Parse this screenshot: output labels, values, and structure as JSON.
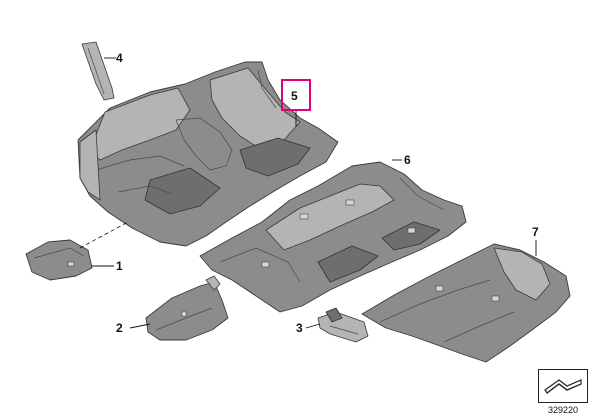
{
  "diagram": {
    "callouts": [
      {
        "id": "1",
        "label": "1"
      },
      {
        "id": "2",
        "label": "2"
      },
      {
        "id": "3",
        "label": "3"
      },
      {
        "id": "4",
        "label": "4"
      },
      {
        "id": "5",
        "label": "5",
        "highlighted": true
      },
      {
        "id": "6",
        "label": "6"
      },
      {
        "id": "7",
        "label": "7"
      }
    ],
    "reference_number": "329220",
    "colors": {
      "highlight": "#e0007a",
      "part_fill": "#8c8c8c",
      "part_light": "#b4b4b4",
      "line": "#111111"
    }
  }
}
